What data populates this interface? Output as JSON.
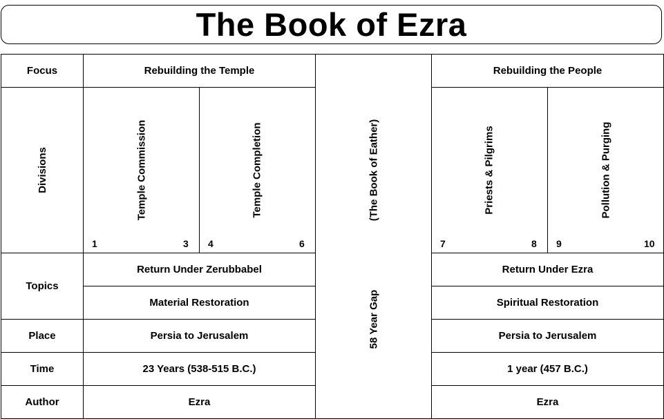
{
  "title": "The Book of Ezra",
  "rows": {
    "focus_label": "Focus",
    "divisions_label": "Divisions",
    "topics_label": "Topics",
    "place_label": "Place",
    "time_label": "Time",
    "author_label": "Author"
  },
  "focus": {
    "left": "Rebuilding the Temple",
    "right": "Rebuilding the People"
  },
  "divisions": [
    {
      "label": "Temple Commission",
      "start": "1",
      "end": "3"
    },
    {
      "label": "Temple Completion",
      "start": "4",
      "end": "6"
    },
    {
      "label": "Priests & Pilgrims",
      "start": "7",
      "end": "8"
    },
    {
      "label": "Pollution & Purging",
      "start": "9",
      "end": "10"
    }
  ],
  "middle": {
    "upper": "(The Book of Eather)",
    "lower": "58 Year Gap"
  },
  "topics": {
    "left_1": "Return Under Zerubbabel",
    "left_2": "Material Restoration",
    "right_1": "Return Under Ezra",
    "right_2": "Spiritual Restoration"
  },
  "place": {
    "left": "Persia to Jerusalem",
    "right": "Persia to Jerusalem"
  },
  "time": {
    "left": "23 Years (538-515 B.C.)",
    "right": "1 year (457 B.C.)"
  },
  "author": {
    "left": "Ezra",
    "right": "Ezra"
  }
}
